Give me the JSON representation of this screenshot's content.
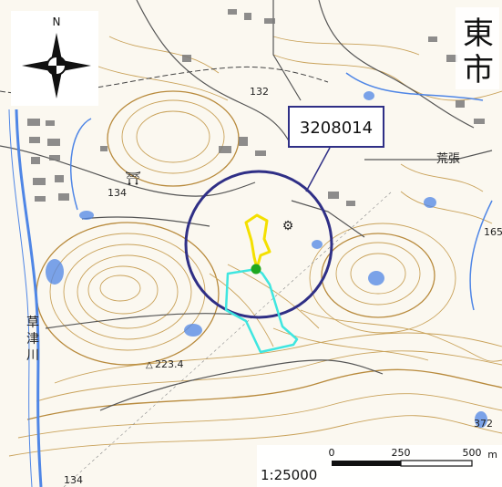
{
  "map": {
    "north_label": "N",
    "city_name": [
      "東",
      "市"
    ],
    "river_name": [
      "草",
      "津",
      "川"
    ],
    "place_arabari": "荒張",
    "callout_id": "3208014",
    "spot_heights": {
      "h132": "132",
      "h134": "134",
      "h223": "223.4",
      "h372": "372",
      "h165": "165",
      "h134b": "134"
    },
    "scale": {
      "ratio": "1:25000",
      "ticks": [
        "0",
        "250",
        "500"
      ],
      "unit": "m"
    },
    "colors": {
      "background": "#ffffff",
      "contour": "#c9a25a",
      "contour_index": "#b88a3c",
      "water": "#4f86e6",
      "road": "#555555",
      "circle": "#2f2f86",
      "yellow_track": "#f4e000",
      "cyan_track": "#3fe6e0",
      "point": "#1fa81f"
    }
  }
}
